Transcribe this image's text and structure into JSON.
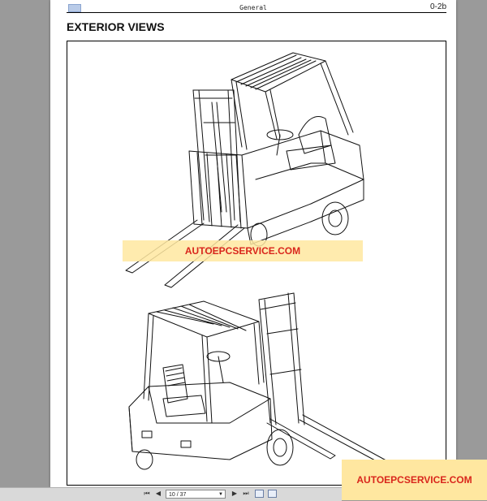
{
  "document": {
    "header_center": "General",
    "header_right": "0-2b",
    "title": "EXTERIOR VIEWS"
  },
  "watermarks": {
    "middle": "AUTOEPCSERVICE.COM",
    "corner": "AUTOEPCSERVICE.COM"
  },
  "viewer_toolbar": {
    "page_field": "10 / 37",
    "first_icon": "first-page-icon",
    "prev_icon": "previous-page-icon",
    "next_icon": "next-page-icon",
    "last_icon": "last-page-icon",
    "back_icon": "back-icon",
    "forward_icon": "forward-icon"
  },
  "colors": {
    "watermark_bg": "#ffe7a0",
    "watermark_text": "#d9261c",
    "viewer_bg": "#9a9a9a"
  }
}
